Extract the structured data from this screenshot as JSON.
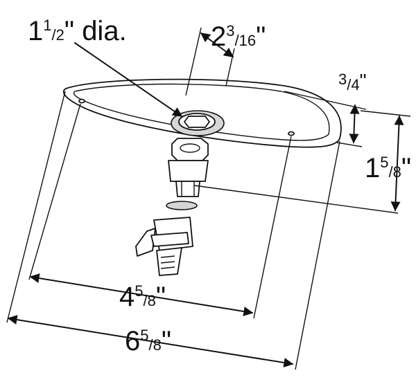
{
  "diagram": {
    "labels": {
      "diameter": {
        "whole": "1",
        "num": "1",
        "den": "2",
        "suffix": "\" dia."
      },
      "depth": {
        "whole": "2",
        "num": "3",
        "den": "16",
        "suffix": "\""
      },
      "thickness": {
        "whole": "",
        "num": "3",
        "den": "4",
        "suffix": "\""
      },
      "height": {
        "whole": "1",
        "num": "5",
        "den": "8",
        "suffix": "\""
      },
      "mount_spacing": {
        "whole": "4",
        "num": "5",
        "den": "8",
        "suffix": "\""
      },
      "overall_width": {
        "whole": "6",
        "num": "5",
        "den": "8",
        "suffix": "\""
      }
    },
    "line_color": "#111111",
    "background": "#ffffff"
  }
}
